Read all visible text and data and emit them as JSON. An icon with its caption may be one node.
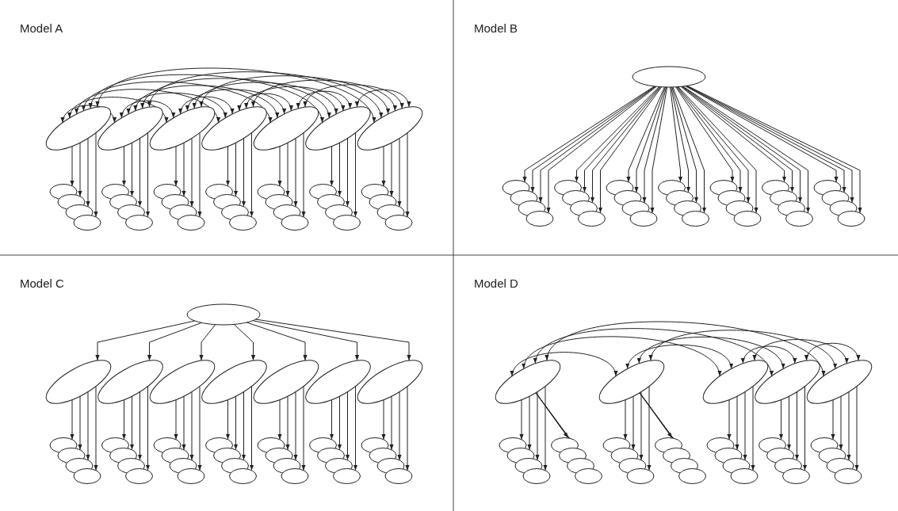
{
  "diagram": {
    "nodes": [
      {
        "text": [],
        "shape": "ellipse"
      },
      {
        "text": [],
        "shape": "ellipse"
      },
      {
        "text": [],
        "shape": "ellipse"
      },
      {
        "text": [],
        "shape": "ellipse"
      },
      {
        "text": [],
        "shape": "ellipse"
      },
      {
        "text": [],
        "shape": "ellipse"
      },
      {
        "text": [],
        "shape": "ellipse"
      },
      {
        "text": [],
        "shape": "ellipse"
      },
      {
        "text": [],
        "shape": "ellipse"
      },
      {
        "text": [],
        "shape": "ellipse"
      },
      {
        "text": [],
        "shape": "ellipse"
      },
      {
        "text": [],
        "shape": "ellipse"
      },
      {
        "text": [],
        "shape": "ellipse"
      },
      {
        "text": [],
        "shape": "ellipse"
      },
      {
        "text": [],
        "shape": "ellipse"
      },
      {
        "text": [],
        "shape": "ellipse"
      },
      {
        "text": [],
        "shape": "ellipse"
      },
      {
        "text": [],
        "shape": "ellipse"
      },
      {
        "text": [],
        "shape": "ellipse"
      },
      {
        "text": [],
        "shape": "ellipse"
      },
      {
        "text": [],
        "shape": "ellipse"
      },
      {
        "text": [],
        "shape": "ellipse"
      },
      {
        "text": [],
        "shape": "ellipse"
      },
      {
        "text": [],
        "shape": "ellipse"
      },
      {
        "text": [],
        "shape": "ellipse"
      },
      {
        "text": [],
        "shape": "ellipse"
      },
      {
        "text": [],
        "shape": "ellipse"
      },
      {
        "text": [],
        "shape": "ellipse"
      },
      {
        "text": [],
        "shape": "ellipse"
      },
      {
        "text": [],
        "shape": "ellipse"
      },
      {
        "text": [],
        "shape": "ellipse"
      },
      {
        "text": [],
        "shape": "ellipse"
      },
      {
        "text": [],
        "shape": "ellipse"
      },
      {
        "text": [],
        "shape": "ellipse"
      },
      {
        "text": [],
        "shape": "ellipse"
      },
      {
        "text": [],
        "shape": "ellipse"
      },
      {
        "text": [],
        "shape": "ellipse"
      },
      {
        "text": [],
        "shape": "ellipse"
      },
      {
        "text": [],
        "shape": "ellipse"
      },
      {
        "text": [],
        "shape": "ellipse"
      },
      {
        "text": [],
        "shape": "ellipse"
      },
      {
        "text": [],
        "shape": "ellipse"
      },
      {
        "text": [],
        "shape": "ellipse"
      },
      {
        "text": [],
        "shape": "ellipse"
      },
      {
        "text": [],
        "shape": "ellipse"
      },
      {
        "text": [],
        "shape": "ellipse"
      },
      {
        "text": [],
        "shape": "ellipse"
      },
      {
        "text": [],
        "shape": "ellipse"
      },
      {
        "text": [],
        "shape": "ellipse"
      },
      {
        "text": [],
        "shape": "ellipse"
      },
      {
        "text": [],
        "shape": "ellipse"
      },
      {
        "text": [],
        "shape": "ellipse"
      },
      {
        "text": [],
        "shape": "ellipse"
      },
      {
        "text": [],
        "shape": "ellipse"
      },
      {
        "text": [],
        "shape": "ellipse"
      },
      {
        "text": [],
        "shape": "ellipse"
      },
      {
        "text": [],
        "shape": "ellipse"
      },
      {
        "text": [],
        "shape": "ellipse"
      },
      {
        "text": [],
        "shape": "ellipse"
      },
      {
        "text": [],
        "shape": "ellipse"
      },
      {
        "text": [],
        "shape": "ellipse"
      },
      {
        "text": [],
        "shape": "ellipse"
      },
      {
        "text": [],
        "shape": "ellipse"
      },
      {
        "text": [],
        "shape": "ellipse"
      },
      {
        "text": [],
        "shape": "ellipse"
      },
      {
        "text": [],
        "shape": "ellipse"
      },
      {
        "text": [],
        "shape": "ellipse"
      },
      {
        "text": [],
        "shape": "ellipse"
      },
      {
        "text": [],
        "shape": "ellipse"
      },
      {
        "text": [],
        "shape": "ellipse"
      },
      {
        "text": [],
        "shape": "ellipse"
      },
      {
        "text": [],
        "shape": "ellipse"
      },
      {
        "text": [],
        "shape": "ellipse"
      },
      {
        "text": [],
        "shape": "ellipse"
      },
      {
        "text": [],
        "shape": "ellipse"
      },
      {
        "text": [],
        "shape": "ellipse"
      },
      {
        "text": [],
        "shape": "ellipse"
      },
      {
        "text": [],
        "shape": "ellipse"
      },
      {
        "text": [],
        "shape": "ellipse"
      },
      {
        "text": [],
        "shape": "ellipse"
      },
      {
        "text": [],
        "shape": "ellipse"
      },
      {
        "text": [],
        "shape": "ellipse"
      },
      {
        "text": [],
        "shape": "ellipse"
      },
      {
        "text": [],
        "shape": "ellipse"
      },
      {
        "text": [],
        "shape": "ellipse"
      },
      {
        "text": [],
        "shape": "ellipse"
      },
      {
        "text": [],
        "shape": "ellipse"
      },
      {
        "text": [],
        "shape": "ellipse"
      },
      {
        "text": [],
        "shape": "ellipse"
      },
      {
        "text": [],
        "shape": "ellipse"
      },
      {
        "text": [],
        "shape": "ellipse"
      },
      {
        "text": [],
        "shape": "ellipse"
      },
      {
        "text": [],
        "shape": "ellipse"
      },
      {
        "text": [],
        "shape": "ellipse"
      },
      {
        "text": [],
        "shape": "ellipse"
      },
      {
        "text": [],
        "shape": "ellipse"
      },
      {
        "text": [],
        "shape": "ellipse"
      },
      {
        "text": [],
        "shape": "ellipse"
      },
      {
        "text": [],
        "shape": "ellipse"
      },
      {
        "text": [],
        "shape": "ellipse"
      },
      {
        "text": [],
        "shape": "ellipse"
      },
      {
        "text": [],
        "shape": "ellipse"
      },
      {
        "text": [],
        "shape": "ellipse"
      },
      {
        "text": [],
        "shape": "ellipse"
      },
      {
        "text": [],
        "shape": "ellipse"
      },
      {
        "text": [],
        "shape": "ellipse"
      },
      {
        "text": [],
        "shape": "ellipse"
      },
      {
        "text": [],
        "shape": "ellipse"
      },
      {
        "text": [],
        "shape": "ellipse"
      },
      {
        "text": [],
        "shape": "ellipse"
      },
      {
        "text": [],
        "shape": "ellipse"
      },
      {
        "text": [],
        "shape": "ellipse"
      },
      {
        "text": [],
        "shape": "ellipse"
      },
      {
        "text": [],
        "shape": "ellipse"
      },
      {
        "text": [],
        "shape": "ellipse"
      },
      {
        "text": [],
        "shape": "ellipse"
      },
      {
        "text": [],
        "shape": "ellipse"
      },
      {
        "text": [],
        "shape": "ellipse"
      },
      {
        "text": [],
        "shape": "ellipse"
      },
      {
        "text": [],
        "shape": "ellipse"
      },
      {
        "text": [],
        "shape": "ellipse"
      },
      {
        "text": [],
        "shape": "ellipse"
      },
      {
        "text": [],
        "shape": "ellipse"
      },
      {
        "text": [],
        "shape": "ellipse"
      },
      {
        "text": [],
        "shape": "ellipse"
      },
      {
        "text": [],
        "shape": "ellipse"
      },
      {
        "text": [],
        "shape": "ellipse"
      },
      {
        "text": [],
        "shape": "ellipse"
      },
      {
        "text": [],
        "shape": "ellipse"
      },
      {
        "text": [],
        "shape": "ellipse"
      },
      {
        "text": [],
        "shape": "ellipse"
      },
      {
        "text": [],
        "shape": "ellipse"
      },
      {
        "text": [],
        "shape": "ellipse"
      }
    ],
    "edges": [
      {
        "from": 0,
        "to": 7,
        "arrow": "to"
      },
      {
        "from": 0,
        "to": 8,
        "arrow": "to"
      },
      {
        "from": 0,
        "to": 9,
        "arrow": "to"
      },
      {
        "from": 0,
        "to": 10,
        "arrow": "to"
      },
      {
        "from": 1,
        "to": 11,
        "arrow": "to"
      },
      {
        "from": 1,
        "to": 12,
        "arrow": "to"
      },
      {
        "from": 1,
        "to": 13,
        "arrow": "to"
      },
      {
        "from": 1,
        "to": 14,
        "arrow": "to"
      },
      {
        "from": 2,
        "to": 15,
        "arrow": "to"
      },
      {
        "from": 2,
        "to": 16,
        "arrow": "to"
      },
      {
        "from": 2,
        "to": 17,
        "arrow": "to"
      },
      {
        "from": 2,
        "to": 18,
        "arrow": "to"
      },
      {
        "from": 3,
        "to": 19,
        "arrow": "to"
      },
      {
        "from": 3,
        "to": 20,
        "arrow": "to"
      },
      {
        "from": 3,
        "to": 21,
        "arrow": "to"
      },
      {
        "from": 3,
        "to": 22,
        "arrow": "to"
      },
      {
        "from": 4,
        "to": 23,
        "arrow": "to"
      },
      {
        "from": 4,
        "to": 24,
        "arrow": "to"
      },
      {
        "from": 4,
        "to": 25,
        "arrow": "to"
      },
      {
        "from": 4,
        "to": 26,
        "arrow": "to"
      },
      {
        "from": 5,
        "to": 27,
        "arrow": "to"
      },
      {
        "from": 5,
        "to": 28,
        "arrow": "to"
      },
      {
        "from": 5,
        "to": 29,
        "arrow": "to"
      },
      {
        "from": 5,
        "to": 30,
        "arrow": "to"
      },
      {
        "from": 6,
        "to": 31,
        "arrow": "to"
      },
      {
        "from": 6,
        "to": 32,
        "arrow": "to"
      },
      {
        "from": 6,
        "to": 33,
        "arrow": "to"
      },
      {
        "from": 6,
        "to": 34,
        "arrow": "to"
      },
      {
        "from": 0,
        "to": 1,
        "arrow": "both"
      },
      {
        "from": 0,
        "to": 2,
        "arrow": "both"
      },
      {
        "from": 0,
        "to": 3,
        "arrow": "both"
      },
      {
        "from": 0,
        "to": 4,
        "arrow": "both"
      },
      {
        "from": 0,
        "to": 5,
        "arrow": "both"
      },
      {
        "from": 0,
        "to": 6,
        "arrow": "both"
      },
      {
        "from": 1,
        "to": 2,
        "arrow": "both"
      },
      {
        "from": 1,
        "to": 3,
        "arrow": "both"
      },
      {
        "from": 1,
        "to": 4,
        "arrow": "both"
      },
      {
        "from": 1,
        "to": 5,
        "arrow": "both"
      },
      {
        "from": 1,
        "to": 6,
        "arrow": "both"
      },
      {
        "from": 2,
        "to": 3,
        "arrow": "both"
      },
      {
        "from": 2,
        "to": 4,
        "arrow": "both"
      },
      {
        "from": 2,
        "to": 5,
        "arrow": "both"
      },
      {
        "from": 2,
        "to": 6,
        "arrow": "both"
      },
      {
        "from": 3,
        "to": 4,
        "arrow": "both"
      },
      {
        "from": 3,
        "to": 5,
        "arrow": "both"
      },
      {
        "from": 3,
        "to": 6,
        "arrow": "both"
      },
      {
        "from": 4,
        "to": 5,
        "arrow": "both"
      },
      {
        "from": 4,
        "to": 6,
        "arrow": "both"
      },
      {
        "from": 5,
        "to": 6,
        "arrow": "both"
      },
      {
        "from": 35,
        "to": 36,
        "arrow": "to"
      },
      {
        "from": 35,
        "to": 37,
        "arrow": "to"
      },
      {
        "from": 35,
        "to": 38,
        "arrow": "to"
      },
      {
        "from": 35,
        "to": 39,
        "arrow": "to"
      },
      {
        "from": 35,
        "to": 40,
        "arrow": "to"
      },
      {
        "from": 35,
        "to": 41,
        "arrow": "to"
      },
      {
        "from": 35,
        "to": 42,
        "arrow": "to"
      },
      {
        "from": 35,
        "to": 43,
        "arrow": "to"
      },
      {
        "from": 35,
        "to": 44,
        "arrow": "to"
      },
      {
        "from": 35,
        "to": 45,
        "arrow": "to"
      },
      {
        "from": 35,
        "to": 46,
        "arrow": "to"
      },
      {
        "from": 35,
        "to": 47,
        "arrow": "to"
      },
      {
        "from": 35,
        "to": 48,
        "arrow": "to"
      },
      {
        "from": 35,
        "to": 49,
        "arrow": "to"
      },
      {
        "from": 35,
        "to": 50,
        "arrow": "to"
      },
      {
        "from": 35,
        "to": 51,
        "arrow": "to"
      },
      {
        "from": 35,
        "to": 52,
        "arrow": "to"
      },
      {
        "from": 35,
        "to": 53,
        "arrow": "to"
      },
      {
        "from": 35,
        "to": 54,
        "arrow": "to"
      },
      {
        "from": 35,
        "to": 55,
        "arrow": "to"
      },
      {
        "from": 35,
        "to": 56,
        "arrow": "to"
      },
      {
        "from": 35,
        "to": 57,
        "arrow": "to"
      },
      {
        "from": 35,
        "to": 58,
        "arrow": "to"
      },
      {
        "from": 35,
        "to": 59,
        "arrow": "to"
      },
      {
        "from": 35,
        "to": 60,
        "arrow": "to"
      },
      {
        "from": 35,
        "to": 61,
        "arrow": "to"
      },
      {
        "from": 35,
        "to": 62,
        "arrow": "to"
      },
      {
        "from": 35,
        "to": 63,
        "arrow": "to"
      },
      {
        "from": 64,
        "to": 65,
        "arrow": "to"
      },
      {
        "from": 64,
        "to": 66,
        "arrow": "to"
      },
      {
        "from": 64,
        "to": 67,
        "arrow": "to"
      },
      {
        "from": 64,
        "to": 68,
        "arrow": "to"
      },
      {
        "from": 64,
        "to": 69,
        "arrow": "to"
      },
      {
        "from": 64,
        "to": 70,
        "arrow": "to"
      },
      {
        "from": 64,
        "to": 71,
        "arrow": "to"
      },
      {
        "from": 65,
        "to": 72,
        "arrow": "to"
      },
      {
        "from": 65,
        "to": 73,
        "arrow": "to"
      },
      {
        "from": 65,
        "to": 74,
        "arrow": "to"
      },
      {
        "from": 65,
        "to": 75,
        "arrow": "to"
      },
      {
        "from": 66,
        "to": 76,
        "arrow": "to"
      },
      {
        "from": 66,
        "to": 77,
        "arrow": "to"
      },
      {
        "from": 66,
        "to": 78,
        "arrow": "to"
      },
      {
        "from": 66,
        "to": 79,
        "arrow": "to"
      },
      {
        "from": 67,
        "to": 80,
        "arrow": "to"
      },
      {
        "from": 67,
        "to": 81,
        "arrow": "to"
      },
      {
        "from": 67,
        "to": 82,
        "arrow": "to"
      },
      {
        "from": 67,
        "to": 83,
        "arrow": "to"
      },
      {
        "from": 68,
        "to": 84,
        "arrow": "to"
      },
      {
        "from": 68,
        "to": 85,
        "arrow": "to"
      },
      {
        "from": 68,
        "to": 86,
        "arrow": "to"
      },
      {
        "from": 68,
        "to": 87,
        "arrow": "to"
      },
      {
        "from": 69,
        "to": 88,
        "arrow": "to"
      },
      {
        "from": 69,
        "to": 89,
        "arrow": "to"
      },
      {
        "from": 69,
        "to": 90,
        "arrow": "to"
      },
      {
        "from": 69,
        "to": 91,
        "arrow": "to"
      },
      {
        "from": 70,
        "to": 92,
        "arrow": "to"
      },
      {
        "from": 70,
        "to": 93,
        "arrow": "to"
      },
      {
        "from": 70,
        "to": 94,
        "arrow": "to"
      },
      {
        "from": 70,
        "to": 95,
        "arrow": "to"
      },
      {
        "from": 71,
        "to": 96,
        "arrow": "to"
      },
      {
        "from": 71,
        "to": 97,
        "arrow": "to"
      },
      {
        "from": 71,
        "to": 98,
        "arrow": "to"
      },
      {
        "from": 71,
        "to": 99,
        "arrow": "to"
      },
      {
        "from": 100,
        "to": 105,
        "arrow": "to"
      },
      {
        "from": 100,
        "to": 106,
        "arrow": "to"
      },
      {
        "from": 100,
        "to": 107,
        "arrow": "to"
      },
      {
        "from": 100,
        "to": 108,
        "arrow": "to"
      },
      {
        "from": 100,
        "to": 109,
        "arrow": "to"
      },
      {
        "from": 100,
        "to": 110,
        "arrow": "to"
      },
      {
        "from": 100,
        "to": 111,
        "arrow": "to"
      },
      {
        "from": 100,
        "to": 112,
        "arrow": "to"
      },
      {
        "from": 101,
        "to": 113,
        "arrow": "to"
      },
      {
        "from": 101,
        "to": 114,
        "arrow": "to"
      },
      {
        "from": 101,
        "to": 115,
        "arrow": "to"
      },
      {
        "from": 101,
        "to": 116,
        "arrow": "to"
      },
      {
        "from": 101,
        "to": 117,
        "arrow": "to"
      },
      {
        "from": 101,
        "to": 118,
        "arrow": "to"
      },
      {
        "from": 101,
        "to": 119,
        "arrow": "to"
      },
      {
        "from": 101,
        "to": 120,
        "arrow": "to"
      },
      {
        "from": 102,
        "to": 121,
        "arrow": "to"
      },
      {
        "from": 102,
        "to": 122,
        "arrow": "to"
      },
      {
        "from": 102,
        "to": 123,
        "arrow": "to"
      },
      {
        "from": 102,
        "to": 124,
        "arrow": "to"
      },
      {
        "from": 103,
        "to": 125,
        "arrow": "to"
      },
      {
        "from": 103,
        "to": 126,
        "arrow": "to"
      },
      {
        "from": 103,
        "to": 127,
        "arrow": "to"
      },
      {
        "from": 103,
        "to": 128,
        "arrow": "to"
      },
      {
        "from": 104,
        "to": 129,
        "arrow": "to"
      },
      {
        "from": 104,
        "to": 130,
        "arrow": "to"
      },
      {
        "from": 104,
        "to": 131,
        "arrow": "to"
      },
      {
        "from": 104,
        "to": 132,
        "arrow": "to"
      },
      {
        "from": 100,
        "to": 101,
        "arrow": "both"
      },
      {
        "from": 100,
        "to": 102,
        "arrow": "both"
      },
      {
        "from": 100,
        "to": 103,
        "arrow": "both"
      },
      {
        "from": 100,
        "to": 104,
        "arrow": "both"
      },
      {
        "from": 101,
        "to": 102,
        "arrow": "both"
      },
      {
        "from": 101,
        "to": 103,
        "arrow": "both"
      },
      {
        "from": 101,
        "to": 104,
        "arrow": "both"
      },
      {
        "from": 102,
        "to": 103,
        "arrow": "both"
      },
      {
        "from": 102,
        "to": 104,
        "arrow": "both"
      },
      {
        "from": 103,
        "to": 104,
        "arrow": "both"
      }
    ],
    "labels": [
      "Model A",
      "Model B",
      "Model C",
      "Model D"
    ]
  }
}
